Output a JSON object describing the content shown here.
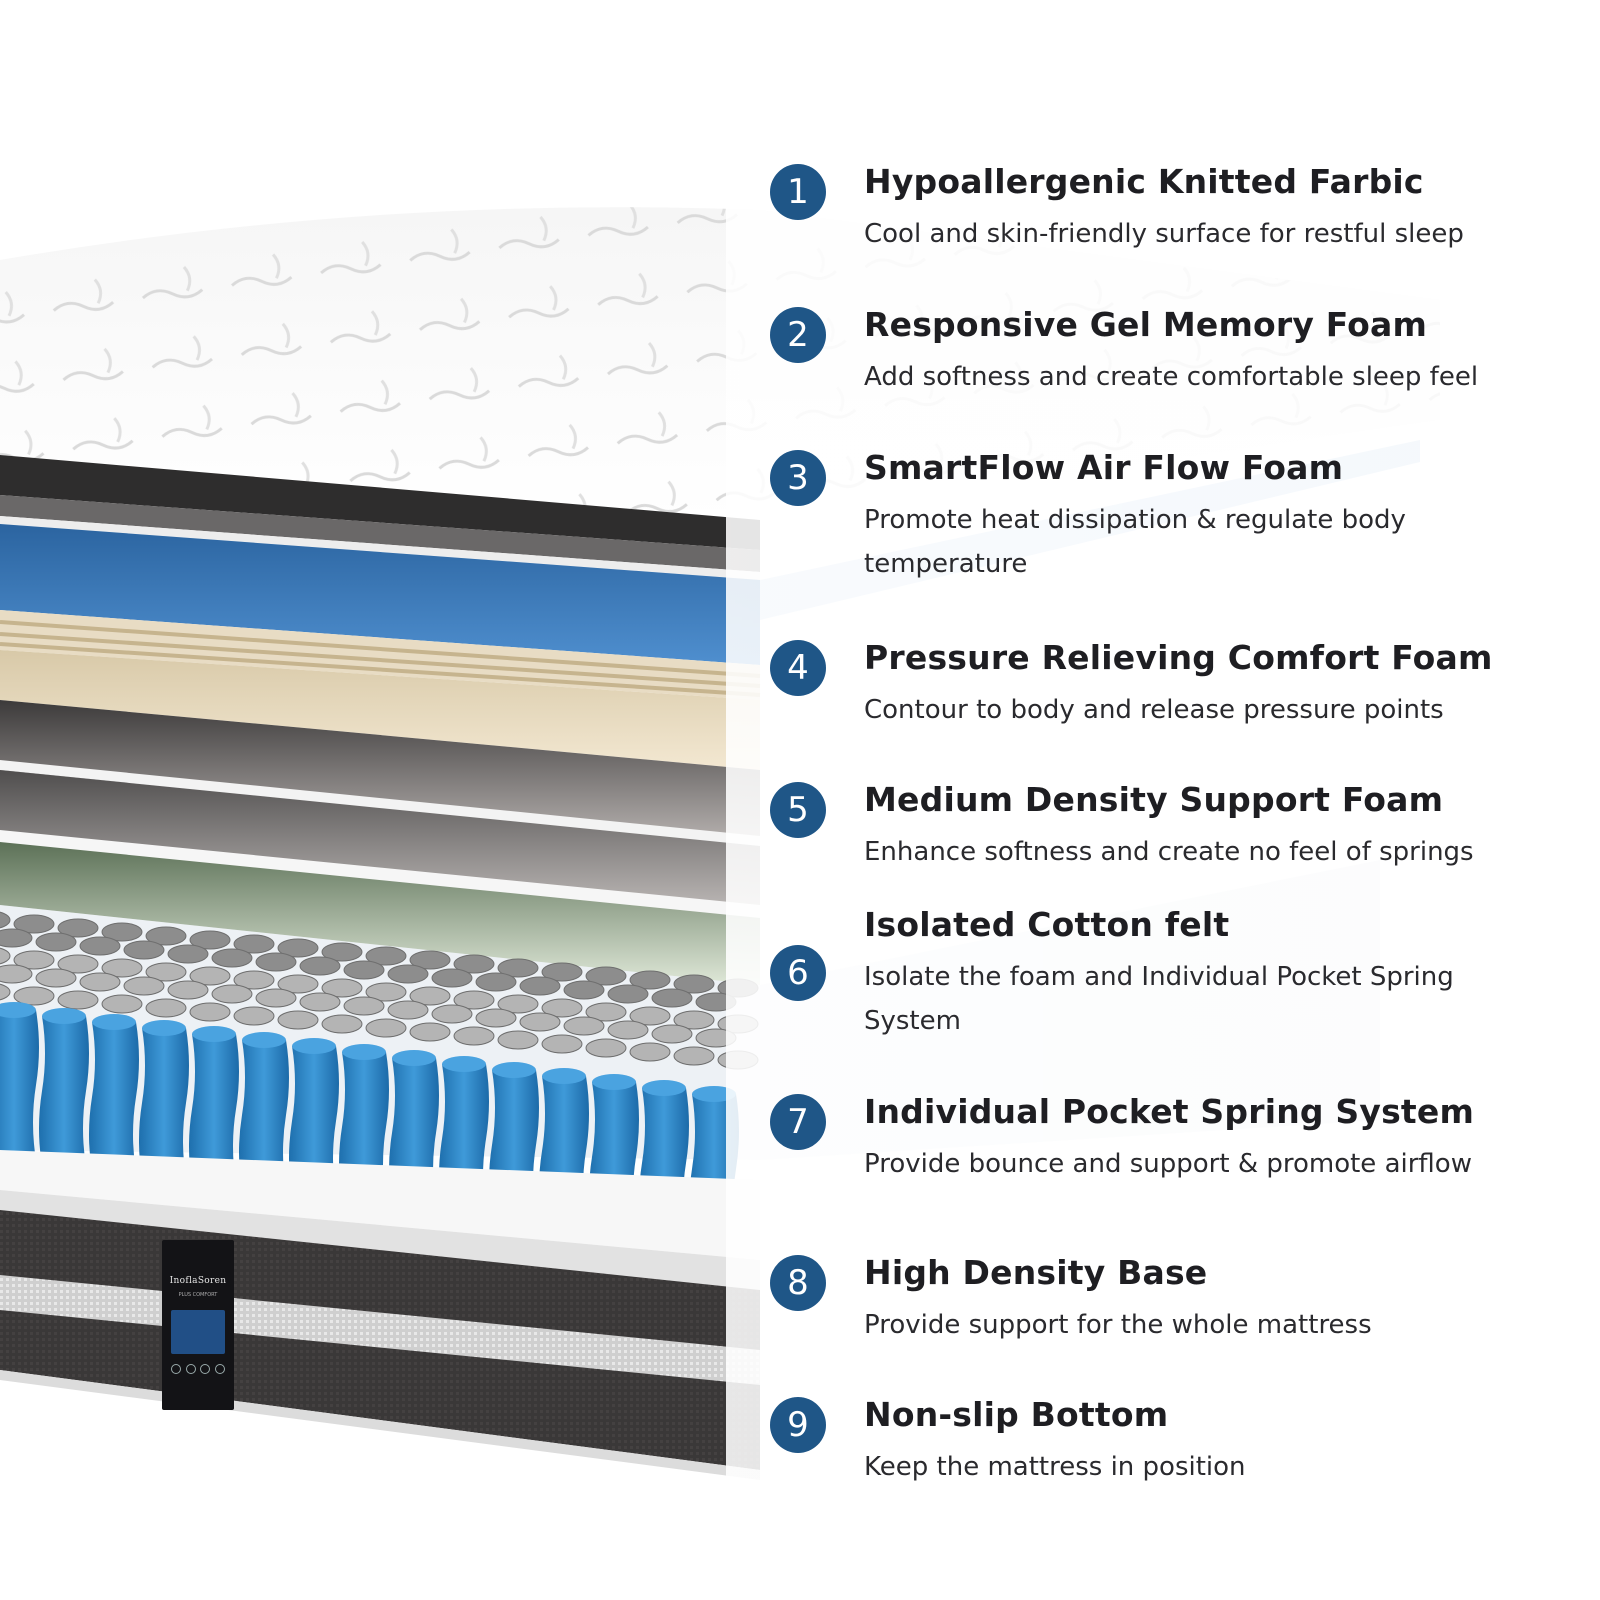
{
  "brand_label": {
    "name": "InoflaSoren",
    "subtitle": "PLUS COMFORT"
  },
  "features": [
    {
      "number": "1",
      "title": "Hypoallergenic Knitted Farbic",
      "description": "Cool and skin-friendly surface for restful sleep"
    },
    {
      "number": "2",
      "title": "Responsive Gel Memory Foam",
      "description": "Add softness and create comfortable sleep feel"
    },
    {
      "number": "3",
      "title": "SmartFlow Air Flow Foam",
      "description": "Promote heat dissipation & regulate body temperature"
    },
    {
      "number": "4",
      "title": "Pressure Relieving Comfort Foam",
      "description": "Contour to body and release pressure points"
    },
    {
      "number": "5",
      "title": "Medium Density Support Foam",
      "description": "Enhance softness and create no feel of springs"
    },
    {
      "number": "6",
      "title": "Isolated Cotton felt",
      "description": "Isolate the foam and Individual Pocket Spring System"
    },
    {
      "number": "7",
      "title": "Individual Pocket Spring System",
      "description": "Provide bounce and support & promote airflow"
    },
    {
      "number": "8",
      "title": "High Density Base",
      "description": "Provide support for the whole mattress"
    },
    {
      "number": "9",
      "title": "Non-slip Bottom",
      "description": "Keep the mattress in position"
    }
  ],
  "colors": {
    "badge": "#1f5687",
    "title_text": "#1e1e22",
    "desc_text": "#2a2a2e",
    "gel_foam": "#2f6fb0",
    "comfort_foam": "#ebdcc0",
    "support_foam": "#8a8583",
    "cotton_felt": "#b6c7ac",
    "springs": "#2d86c8",
    "base_fabric": "#3a3838"
  }
}
